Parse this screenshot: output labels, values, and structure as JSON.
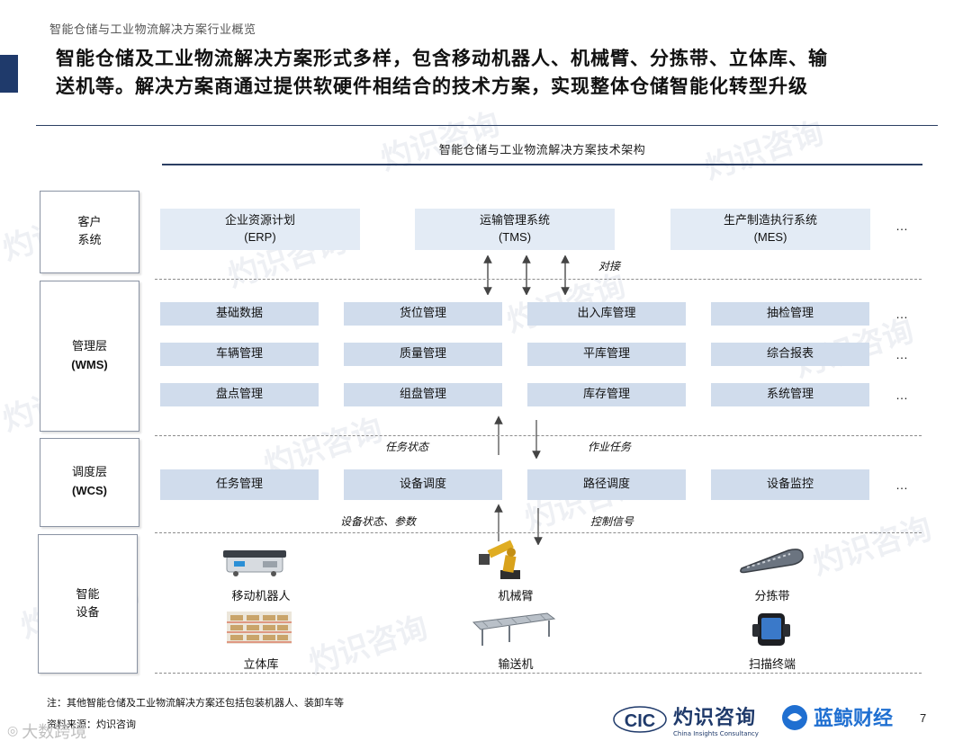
{
  "header": {
    "small_title": "智能仓储与工业物流解决方案行业概览",
    "headline_line1": "智能仓储及工业物流解决方案形式多样，包含移动机器人、机械臂、分拣带、立体库、输",
    "headline_line2": "送机等。解决方案商通过提供软硬件相结合的技术方案，实现整体仓储智能化转型升级"
  },
  "diagram": {
    "title": "智能仓储与工业物流解决方案技术架构",
    "ellipsis": "…",
    "customer_layer": {
      "label_line1": "客户",
      "label_line2": "系统",
      "systems": [
        {
          "cn": "企业资源计划",
          "en": "(ERP)"
        },
        {
          "cn": "运输管理系统",
          "en": "(TMS)"
        },
        {
          "cn": "生产制造执行系统",
          "en": "(MES)"
        }
      ],
      "connector_label": "对接"
    },
    "wms_layer": {
      "label_cn": "管理层",
      "label_en": "(WMS)",
      "rows": [
        [
          "基础数据",
          "货位管理",
          "出入库管理",
          "抽检管理"
        ],
        [
          "车辆管理",
          "质量管理",
          "平库管理",
          "综合报表"
        ],
        [
          "盘点管理",
          "组盘管理",
          "库存管理",
          "系统管理"
        ]
      ],
      "up_label": "任务状态",
      "down_label": "作业任务"
    },
    "wcs_layer": {
      "label_cn": "调度层",
      "label_en": "(WCS)",
      "items": [
        "任务管理",
        "设备调度",
        "路径调度",
        "设备监控"
      ],
      "up_label": "设备状态、参数",
      "down_label": "控制信号"
    },
    "device_layer": {
      "label_line1": "智能",
      "label_line2": "设备",
      "devices": [
        {
          "name": "移动机器人",
          "icon": "agv-robot-icon"
        },
        {
          "name": "机械臂",
          "icon": "robotic-arm-icon"
        },
        {
          "name": "分拣带",
          "icon": "sorting-belt-icon"
        },
        {
          "name": "立体库",
          "icon": "warehouse-rack-icon"
        },
        {
          "name": "输送机",
          "icon": "conveyor-icon"
        },
        {
          "name": "扫描终端",
          "icon": "scanner-terminal-icon"
        }
      ]
    }
  },
  "footer": {
    "note": "注：其他智能仓储及工业物流解决方案还包括包装机器人、装卸车等",
    "source": "资料来源：灼识咨询",
    "logo_cic": "CIC",
    "logo_cn": "灼识咨询",
    "logo_en": "China Insights Consultancy",
    "logo_partner": "蓝鲸财经",
    "page_number": "7",
    "corner_mark": "大数跨境"
  },
  "colors": {
    "navy": "#1f3a6b",
    "box_light": "#e3ebf5",
    "box_mid": "#d0dcec",
    "partner_blue": "#1f6fd1"
  }
}
